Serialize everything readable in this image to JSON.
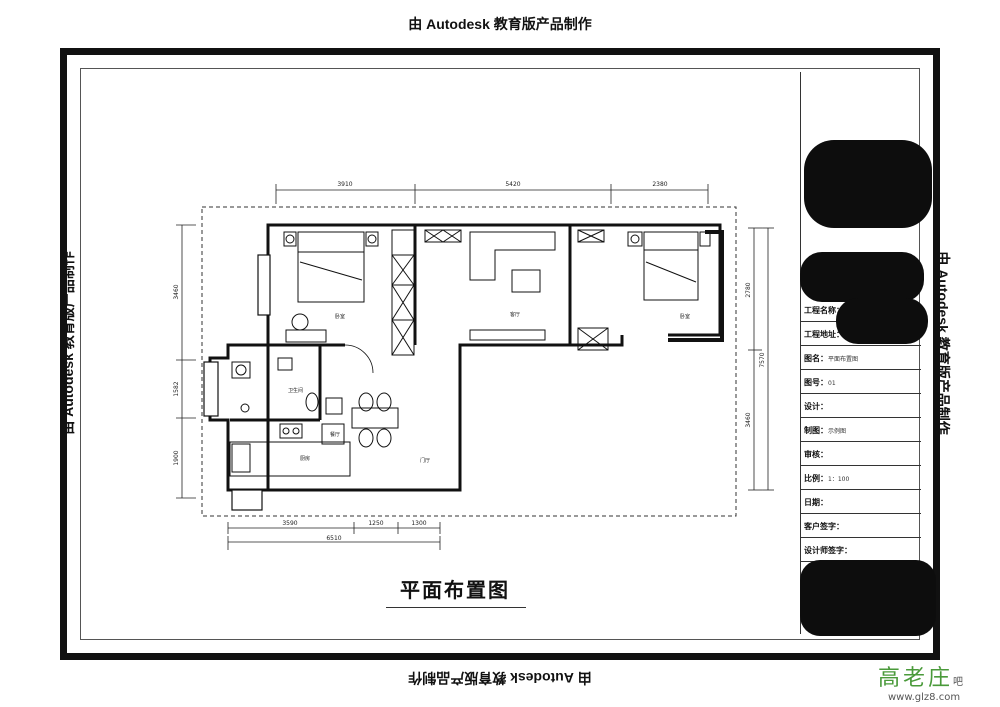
{
  "watermark": {
    "text": "由 Autodesk 教育版产品制作"
  },
  "plan": {
    "title": "平面布置图",
    "dimensions_top": [
      "3910",
      "5420",
      "2380"
    ],
    "dimensions_bottom": [
      "3590",
      "1250",
      "1300"
    ],
    "dimension_bottom_total": "6510",
    "dimensions_left": [
      "3460",
      "1582",
      "1900"
    ],
    "dimensions_right": [
      "2780",
      "7570",
      "3460"
    ],
    "room_labels": [
      "卧室",
      "客厅",
      "卧室",
      "卫生间",
      "厨房",
      "餐厅",
      "门厅"
    ]
  },
  "title_block": {
    "rows": [
      {
        "label": "工程名称：",
        "value": ""
      },
      {
        "label": "工程地址：",
        "value": ""
      },
      {
        "label": "图名：",
        "value": "平面布置图"
      },
      {
        "label": "图号：",
        "value": "01"
      },
      {
        "label": "设计：",
        "value": ""
      },
      {
        "label": "制图：",
        "value": "示例图"
      },
      {
        "label": "审核：",
        "value": ""
      },
      {
        "label": "比例：",
        "value": "1：100"
      },
      {
        "label": "日期：",
        "value": ""
      },
      {
        "label": "客户签字：",
        "value": ""
      },
      {
        "label": "设计师签字：",
        "value": ""
      }
    ]
  },
  "site_logo": {
    "text": "高老庄",
    "suffix": "吧",
    "url": "www.glz8.com"
  }
}
